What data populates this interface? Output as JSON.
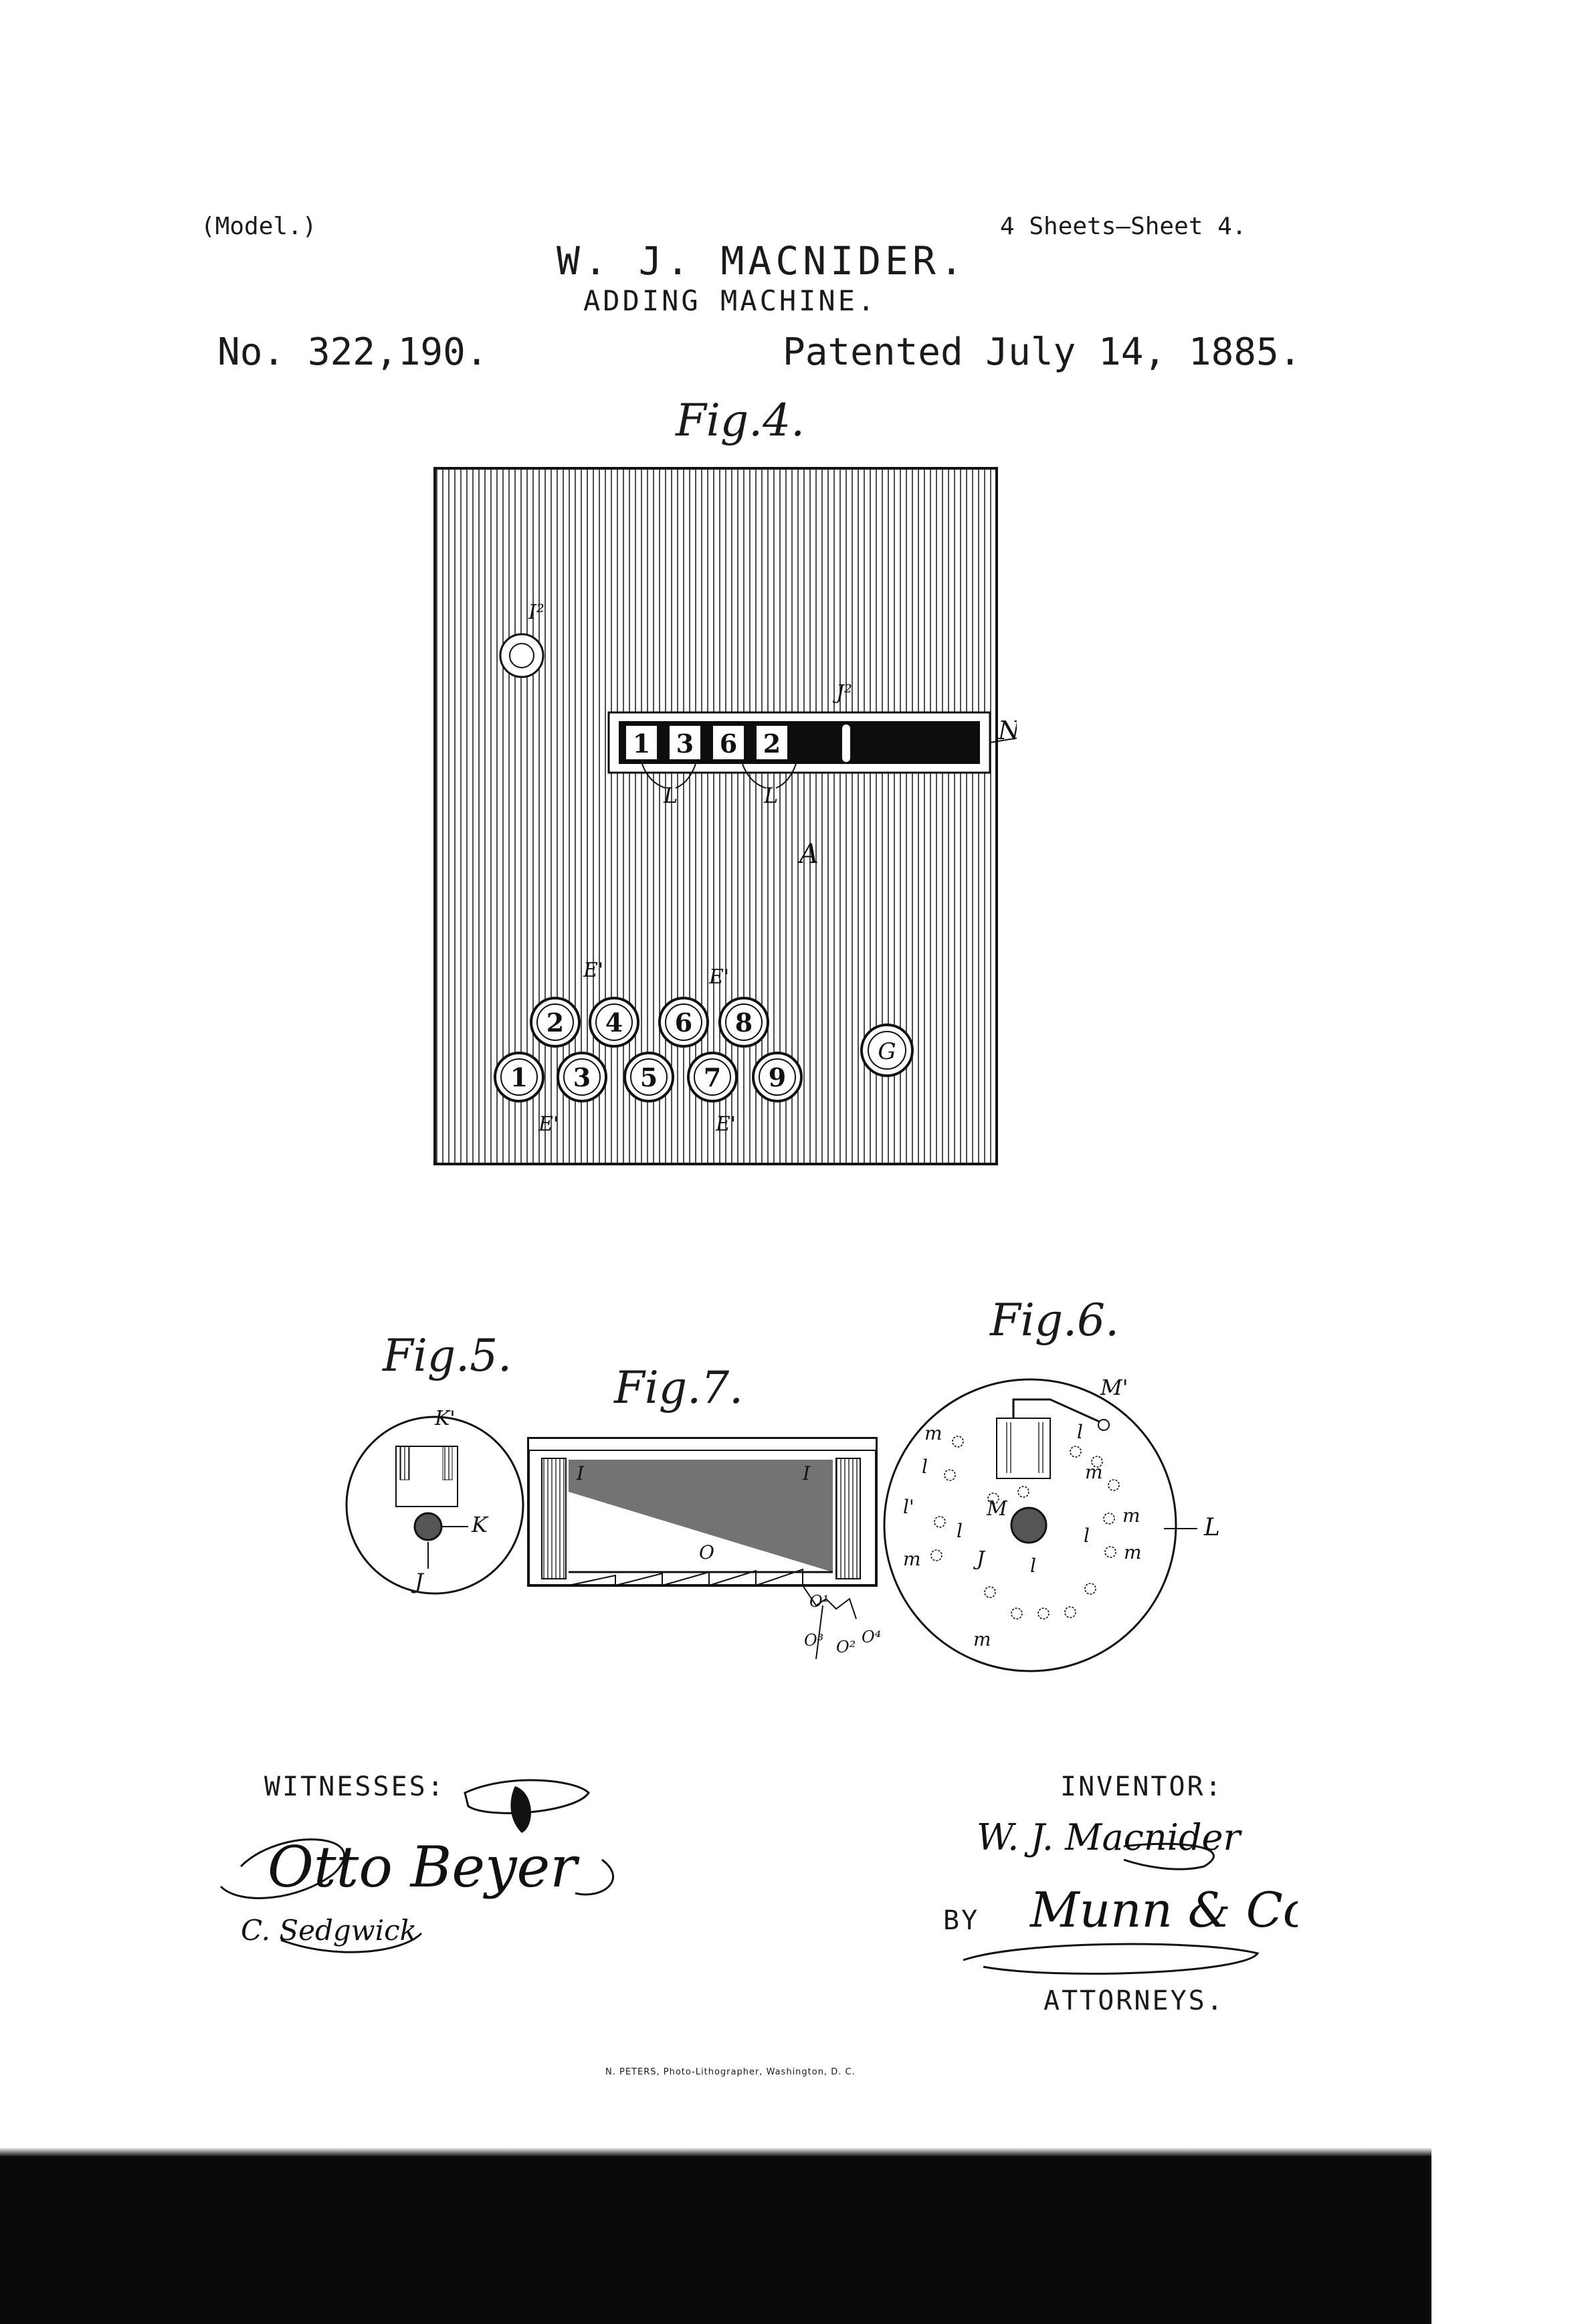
{
  "header": {
    "model": "(Model.)",
    "sheets": "4 Sheets—Sheet 4.",
    "inventor_name": "W. J. MACNIDER.",
    "title": "ADDING MACHINE.",
    "patent_no": "No. 322,190.",
    "patent_date": "Patented July 14, 1885."
  },
  "figures": {
    "fig4": {
      "label": "Fig.4.",
      "display_digits": [
        "1",
        "3",
        "6",
        "2"
      ],
      "key_row_top": [
        "2",
        "4",
        "6",
        "8"
      ],
      "key_row_bottom": [
        "1",
        "3",
        "5",
        "7",
        "9"
      ],
      "clear_key": "G",
      "ref_labels": [
        "I²",
        "J²",
        "N",
        "L",
        "L",
        "A",
        "E'",
        "E'",
        "E'",
        "E'"
      ]
    },
    "fig5": {
      "label": "Fig.5.",
      "ref_labels": [
        "K'",
        "K",
        "J"
      ]
    },
    "fig7": {
      "label": "Fig.7.",
      "ref_labels": [
        "I",
        "I",
        "O",
        "O¹",
        "O³",
        "O²",
        "O⁴"
      ]
    },
    "fig6": {
      "label": "Fig.6.",
      "ref_labels": [
        "M'",
        "m",
        "l",
        "l",
        "m",
        "l'",
        "M",
        "l",
        "m",
        "m",
        "l",
        "J",
        "l",
        "m",
        "L",
        "m"
      ]
    }
  },
  "signatures": {
    "witnesses_label": "WITNESSES:",
    "witness_1": "Otto Beyer",
    "witness_2": "C. Sedgwick",
    "inventor_label": "INVENTOR:",
    "inventor_signature": "W. J. Macnider",
    "by_label": "BY",
    "attorney_signature": "Munn & Co",
    "attorneys_label": "ATTORNEYS."
  },
  "footer": {
    "lithographer": "N. PETERS, Photo-Lithographer, Washington, D. C."
  }
}
